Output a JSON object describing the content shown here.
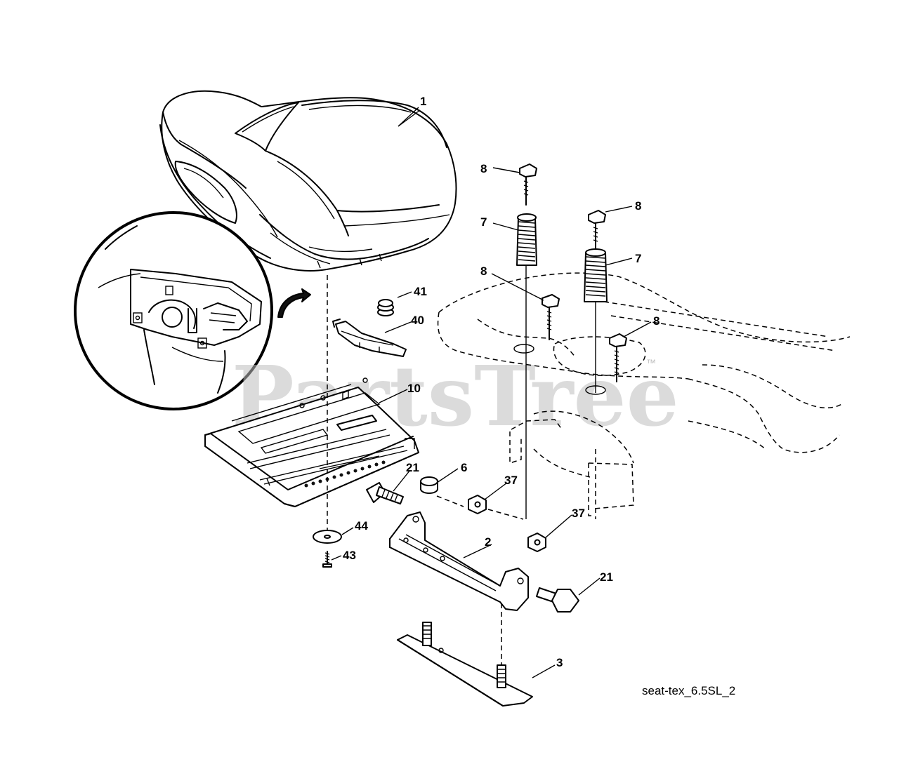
{
  "diagram": {
    "reference": "seat-tex_6.5SL_2",
    "watermark": "PartsTree",
    "watermark_mark": "™",
    "callouts": [
      {
        "id": "c1",
        "label": "1"
      },
      {
        "id": "c8a",
        "label": "8"
      },
      {
        "id": "c8b",
        "label": "8"
      },
      {
        "id": "c7a",
        "label": "7"
      },
      {
        "id": "c7b",
        "label": "7"
      },
      {
        "id": "c8c",
        "label": "8"
      },
      {
        "id": "c8d",
        "label": "8"
      },
      {
        "id": "c41",
        "label": "41"
      },
      {
        "id": "c40",
        "label": "40"
      },
      {
        "id": "c10",
        "label": "10"
      },
      {
        "id": "c21a",
        "label": "21"
      },
      {
        "id": "c6",
        "label": "6"
      },
      {
        "id": "c37a",
        "label": "37"
      },
      {
        "id": "c37b",
        "label": "37"
      },
      {
        "id": "c44",
        "label": "44"
      },
      {
        "id": "c43",
        "label": "43"
      },
      {
        "id": "c2",
        "label": "2"
      },
      {
        "id": "c21b",
        "label": "21"
      },
      {
        "id": "c3",
        "label": "3"
      }
    ]
  }
}
